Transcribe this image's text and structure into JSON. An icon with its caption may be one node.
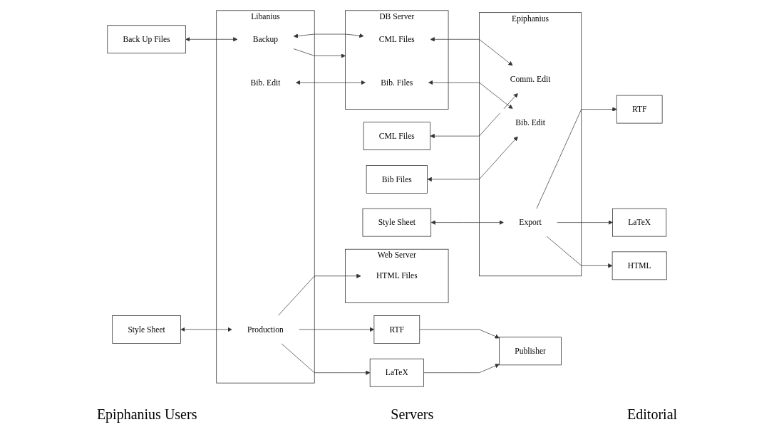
{
  "diagram": {
    "nodes": [
      {
        "text": [
          "CML Files"
        ]
      },
      {
        "text": [
          "Bib Files"
        ]
      },
      {
        "text": [
          "Style Sheet"
        ]
      },
      {
        "text": [
          "Epiphanius"
        ]
      },
      {
        "text": [
          "Comm. Edit"
        ],
        "in": 3
      },
      {
        "text": [
          "Bib. Edit"
        ],
        "in": 3
      },
      {
        "text": [
          "Export"
        ],
        "in": 3
      },
      {
        "text": [
          "RTF"
        ]
      },
      {
        "text": [
          "LaTeX"
        ]
      },
      {
        "text": [
          "HTML"
        ]
      },
      {
        "text": [
          "DB Server"
        ]
      },
      {
        "text": [
          "CML Files"
        ],
        "in": 10
      },
      {
        "text": [
          "Bib. Files"
        ],
        "in": 10
      },
      {
        "text": [
          "Web Server"
        ]
      },
      {
        "text": [
          "HTML Files"
        ],
        "in": 13
      },
      {
        "text": [
          "Libanius"
        ]
      },
      {
        "text": [
          "Backup"
        ],
        "in": 15
      },
      {
        "text": [
          "Bib. Edit"
        ],
        "in": 15
      },
      {
        "text": [
          "Production"
        ],
        "in": 15
      },
      {
        "text": [
          "Back Up Files"
        ]
      },
      {
        "text": [
          "Style Sheet"
        ]
      },
      {
        "text": [
          "RTF"
        ]
      },
      {
        "text": [
          "LaTeX"
        ]
      },
      {
        "text": [
          "Publisher"
        ]
      }
    ],
    "edges": [
      {
        "from": 0,
        "to": 4,
        "arrow": "both"
      },
      {
        "from": 1,
        "to": 5,
        "arrow": "both"
      },
      {
        "from": 2,
        "to": 6,
        "arrow": "both"
      },
      {
        "from": 6,
        "to": 7,
        "arrow": "to"
      },
      {
        "from": 6,
        "to": 8,
        "arrow": "to"
      },
      {
        "from": 6,
        "to": 9,
        "arrow": "to"
      },
      {
        "from": 4,
        "to": 11,
        "arrow": "both"
      },
      {
        "from": 5,
        "to": 12,
        "arrow": "both"
      },
      {
        "from": 16,
        "to": 11,
        "arrow": "both"
      },
      {
        "from": 16,
        "to": 10,
        "arrow": "to"
      },
      {
        "from": 17,
        "to": 12,
        "arrow": "both"
      },
      {
        "from": 18,
        "to": 14,
        "arrow": "to"
      },
      {
        "from": 16,
        "to": 19,
        "arrow": "both"
      },
      {
        "from": 18,
        "to": 20,
        "arrow": "both"
      },
      {
        "from": 18,
        "to": 21,
        "arrow": "to"
      },
      {
        "from": 18,
        "to": 22,
        "arrow": "to"
      },
      {
        "from": 21,
        "to": 23,
        "arrow": "to"
      },
      {
        "from": 22,
        "to": 23,
        "arrow": "to"
      }
    ],
    "labels": [
      "Epiphanius Users",
      "Servers",
      "Editorial"
    ]
  }
}
